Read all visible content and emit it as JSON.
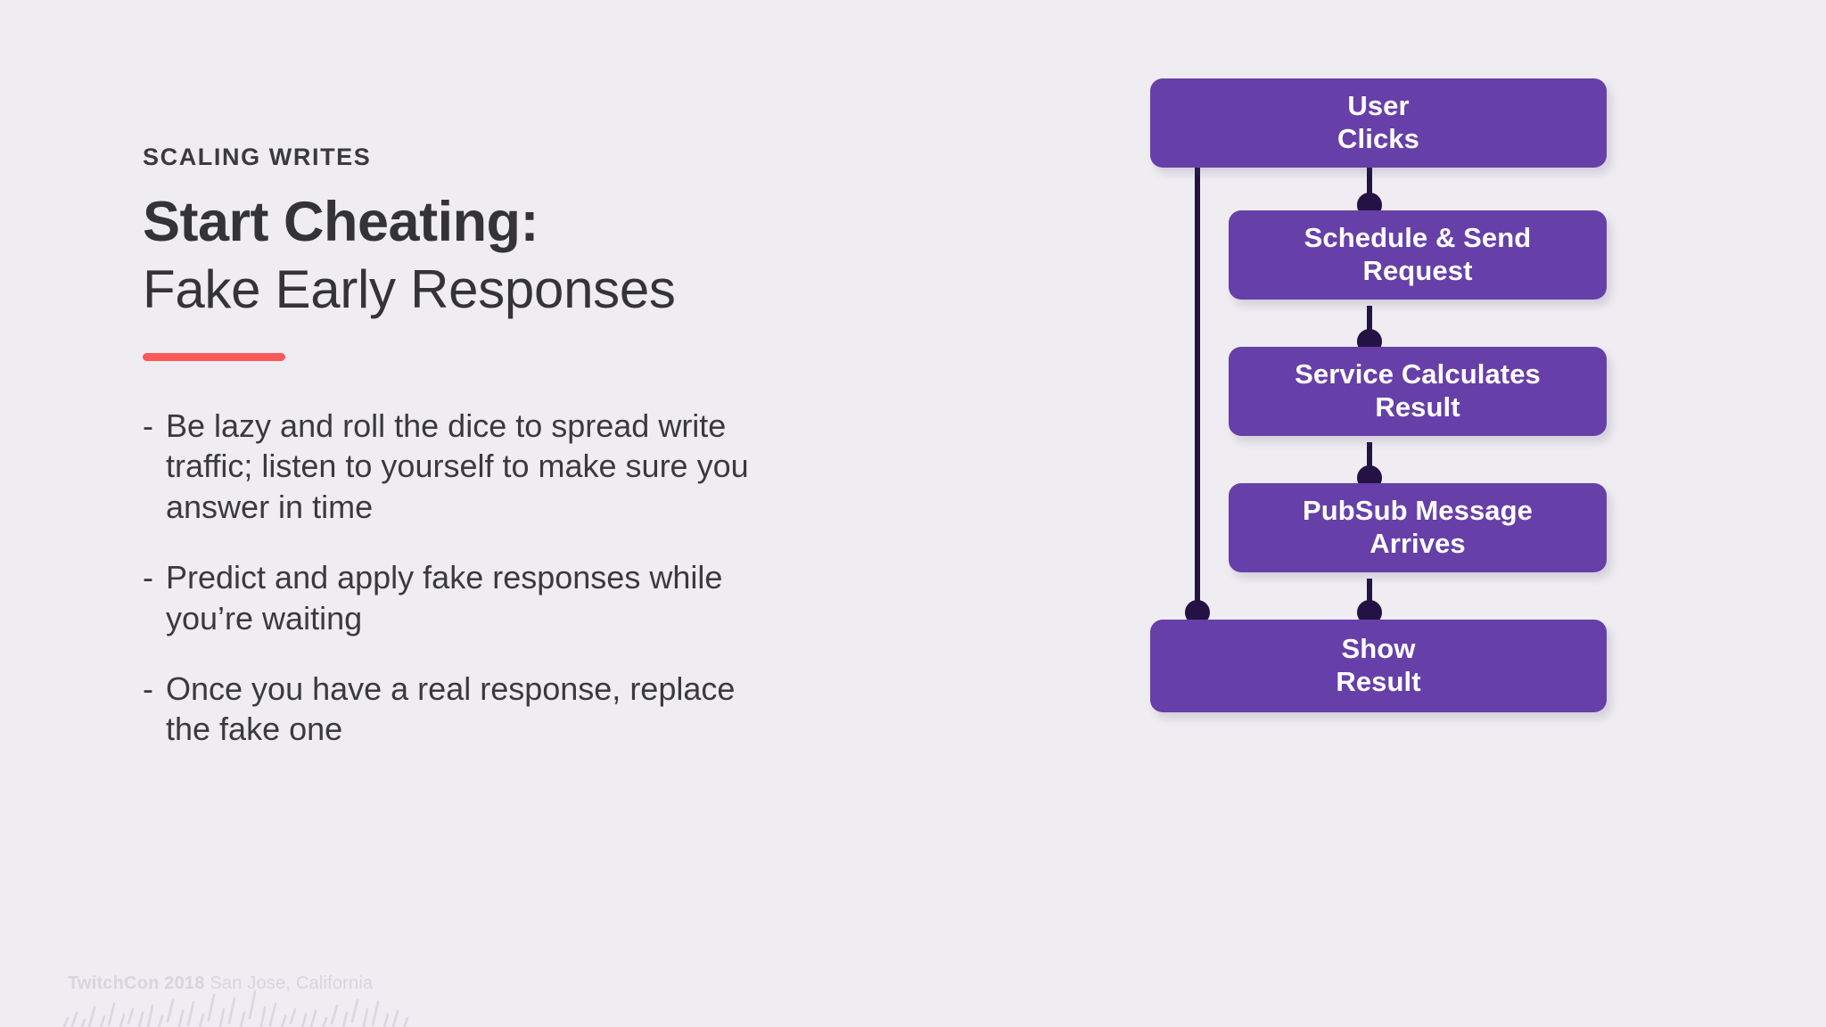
{
  "slide": {
    "eyebrow": "SCALING WRITES",
    "title_line_1": "Start Cheating:",
    "title_line_2": "Fake Early Responses",
    "bullet_marker": "-",
    "bullets": [
      "Be lazy and roll the dice to spread write traffic; listen to yourself to make sure you answer in time",
      "Predict and apply fake responses while you’re waiting",
      "Once you have a real response, replace the fake one"
    ]
  },
  "footer": {
    "brand": "TwitchCon 2018",
    "place": " San Jose, California"
  },
  "flowchart": {
    "nodes": [
      {
        "label": "User\nClicks",
        "id": "user-clicks"
      },
      {
        "label": "Schedule & Send\nRequest",
        "id": "schedule-send-request"
      },
      {
        "label": "Service Calculates\nResult",
        "id": "service-calculates-result"
      },
      {
        "label": "PubSub Message\nArrives",
        "id": "pubsub-message-arrives"
      },
      {
        "label": "Show\nResult",
        "id": "show-result"
      }
    ]
  },
  "colors": {
    "background": "#EFEDF1",
    "node_purple": "#6640A8",
    "connector_navy": "#241245",
    "accent_red": "#FA5A5A",
    "heading_charcoal": "#3A3A3C",
    "footer_gray": "#D7D5DD"
  }
}
